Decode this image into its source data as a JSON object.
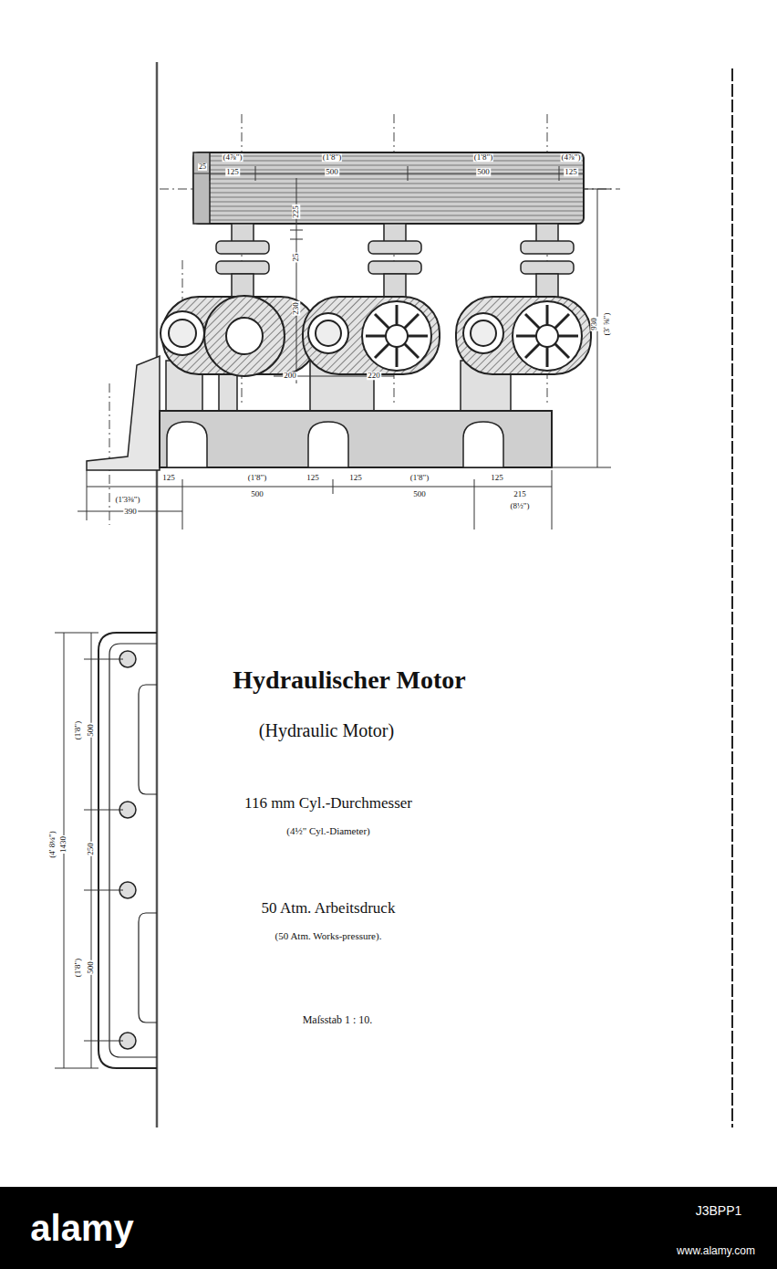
{
  "diagram": {
    "title": "Hydraulischer Motor",
    "labels": [
      "(Hydraulic Motor)",
      "116 mm Cyl.-Durchmesser",
      "(4½\" Cyl.-Diameter)",
      "50 Atm. Arbeitsdruck",
      "(50 Atm. Works-pressure).",
      "Maſsstab 1 : 10.",
      "25",
      "(4⅞\")",
      "125",
      "(1'8\")",
      "500",
      "(1'8\")",
      "500",
      "(4⅞\")",
      "125",
      "225",
      "25",
      "230",
      "930",
      "(3' ⅝\")",
      "200",
      "220",
      "125",
      "(1'3⅜\")",
      "390",
      "(1'8\")",
      "500",
      "125",
      "125",
      "(1'8\")",
      "500",
      "125",
      "215",
      "(8½\")",
      "(1'8\")",
      "500",
      "(4' 8¼\")",
      "1430",
      "250",
      "(1'8\")",
      "500",
      "alamy",
      "J3BPP1",
      "www.alamy.com"
    ]
  }
}
